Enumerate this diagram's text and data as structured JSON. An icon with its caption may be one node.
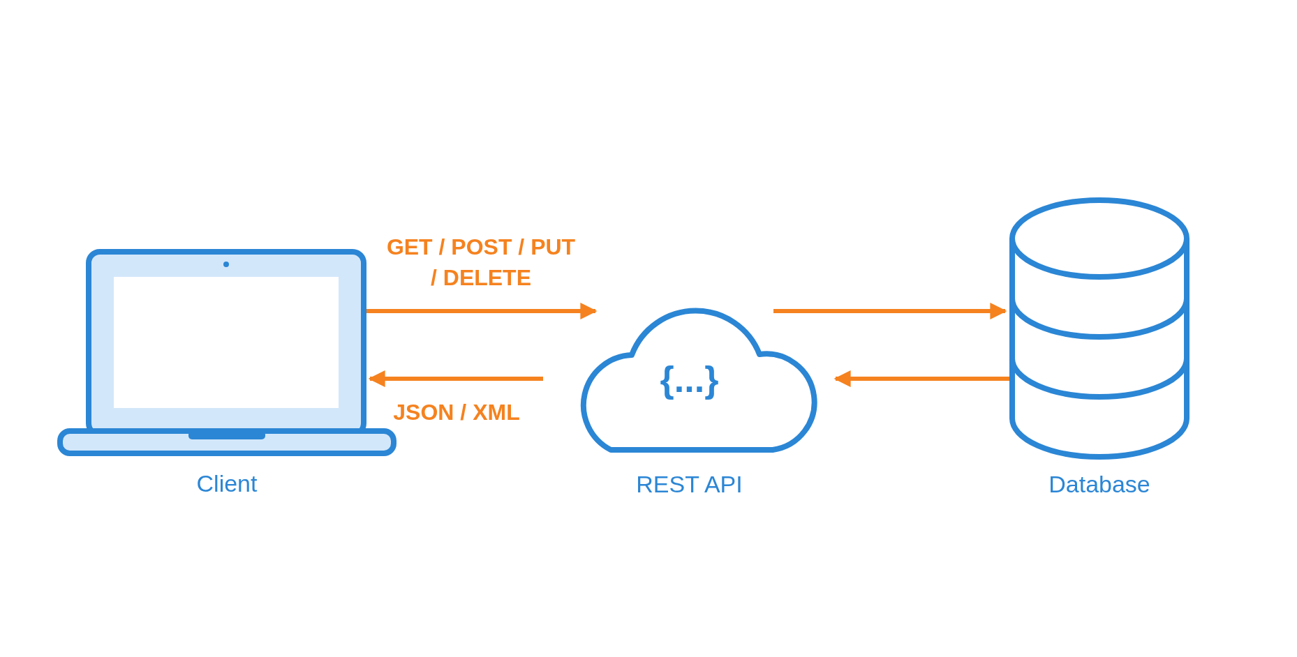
{
  "diagram": {
    "nodes": [
      {
        "text": [
          "Client"
        ]
      },
      {
        "text": [
          "{...}",
          "REST API"
        ]
      },
      {
        "text": [
          "Database"
        ]
      }
    ],
    "edges": [
      {
        "from": 0,
        "to": 1,
        "arrow": "to",
        "label": "GET / POST / PUT / DELETE"
      },
      {
        "from": 1,
        "to": 0,
        "arrow": "to",
        "label": "JSON / XML"
      },
      {
        "from": 1,
        "to": 2,
        "arrow": "to"
      },
      {
        "from": 2,
        "to": 1,
        "arrow": "to"
      }
    ]
  }
}
